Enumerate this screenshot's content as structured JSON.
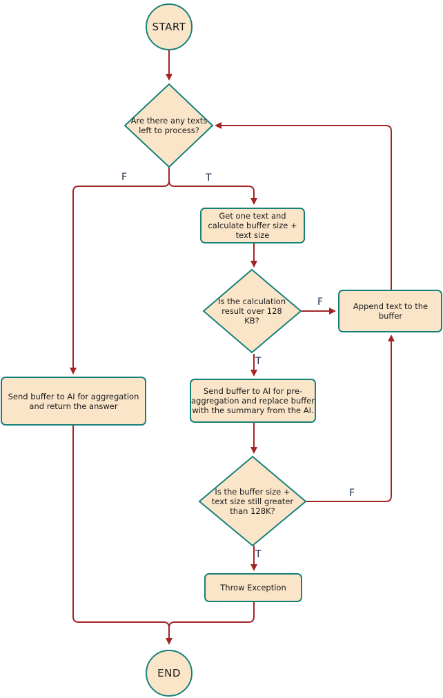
{
  "colors": {
    "node_fill": "#fae5c9",
    "node_stroke": "#16807a",
    "edge": "#a32424"
  },
  "nodes": {
    "start": "START",
    "end": "END",
    "texts_left": "Are there any texts left to process?",
    "get_text": "Get one text and calculate buffer size + text size",
    "over_limit": "Is the calculation result over 128 KB?",
    "append": "Append text to the buffer",
    "send_aggregate": "Send buffer to AI for aggregation and return the answer",
    "pre_aggregate": "Send buffer to AI for pre-aggregation and replace buffer with the summary from the AI.",
    "still_greater": "Is the buffer size + text size still greater than 128K?",
    "throw": "Throw Exception"
  },
  "edge_labels": {
    "texts_left_false": "F",
    "texts_left_true": "T",
    "over_limit_false": "F",
    "over_limit_true": "T",
    "still_greater_false": "F",
    "still_greater_true": "T"
  }
}
